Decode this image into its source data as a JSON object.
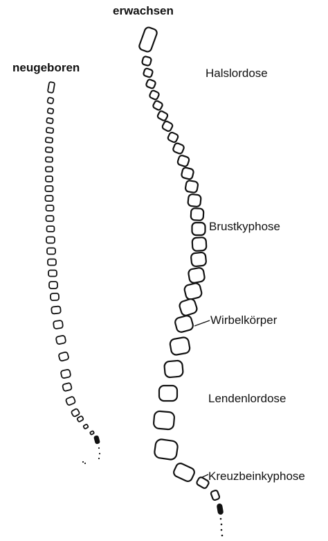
{
  "headings": {
    "adult": "erwachsen",
    "newborn": "neugeboren"
  },
  "labels": {
    "cervical": "Halslordose",
    "thoracic": "Brustkyphose",
    "vertebra": "Wirbelkörper",
    "lumbar": "Lendenlordose",
    "sacral": "Kreuzbeinkyphose"
  },
  "colors": {
    "ink": "#111111",
    "background": "#ffffff"
  }
}
